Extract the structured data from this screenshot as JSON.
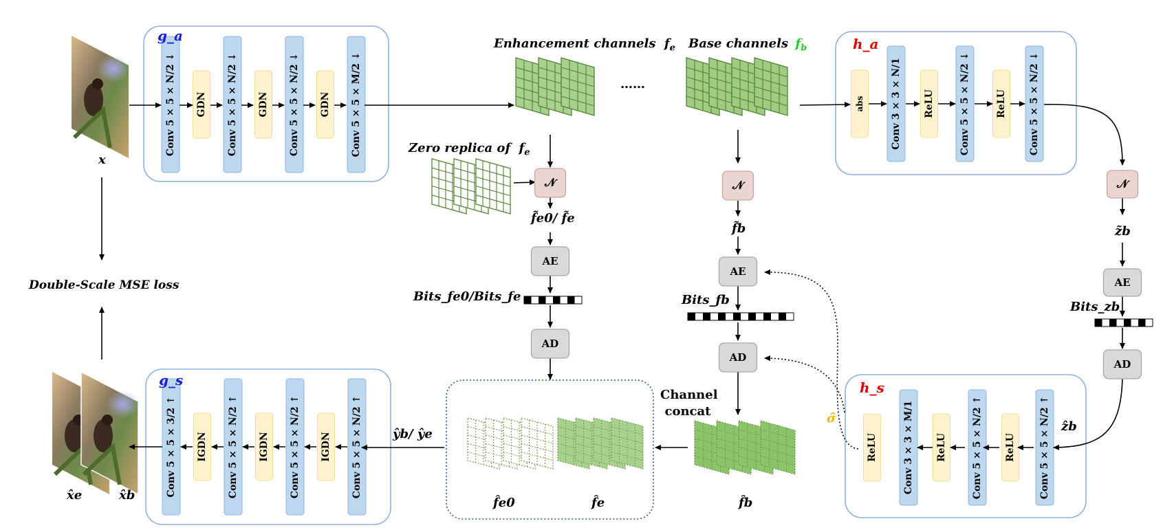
{
  "colors": {
    "conv_fill": "#bdd7ee",
    "conv_stroke": "#8fb4dc",
    "gdn_fill": "#fff2cc",
    "gdn_stroke": "#f2dc9b",
    "n_fill": "#ebd5d1",
    "n_stroke": "#c9a49c",
    "box_fill": "#d9d9d9",
    "box_stroke": "#a6a6a6",
    "module_stroke": "#8fb0dd",
    "grid_fill": "#a9d18e",
    "grid_stroke": "#548235",
    "title_blue": "#1f1fcf",
    "title_red": "#e00000",
    "base_green": "#22cc22",
    "sigma_gold": "#e6b800"
  },
  "modules": {
    "ga": "g_a",
    "ha": "h_a",
    "gs": "g_s",
    "hs": "h_s"
  },
  "ga_layers": [
    "Conv 5 × 5 × N/2 ↓",
    "GDN",
    "Conv 5 × 5 × N/2 ↓",
    "GDN",
    "Conv 5 × 5 × N/2 ↓",
    "GDN",
    "Conv 5 × 5 × M/2 ↓"
  ],
  "ha_layers": [
    "abs",
    "Conv 3 × 3 × N/1",
    "ReLU",
    "Conv 5 × 5 × N/2 ↓",
    "ReLU",
    "Conv 5 × 5 × N/2 ↓"
  ],
  "gs_layers": [
    "Conv 5 × 5 × 3/2 ↑",
    "IGDN",
    "Conv 5 × 5 × N/2 ↑",
    "IGDN",
    "Conv 5 × 5 × N/2 ↑",
    "IGDN",
    "Conv 5 × 5 × N/2 ↑"
  ],
  "hs_layers": [
    "ReLU",
    "Conv 3 × 3 × M/1",
    "ReLU",
    "Conv 5 × 5 × N/2 ↑",
    "ReLU",
    "Conv 5 × 5 × N/2 ↑"
  ],
  "labels": {
    "x": "x",
    "loss": "Double-Scale MSE loss",
    "enh_channels": "Enhancement channels",
    "enh_symbol": "f",
    "enh_sub": "e",
    "base_channels": "Base channels",
    "base_symbol": "f",
    "base_sub": "b",
    "dots": "……",
    "zero_replica": "Zero replica  of",
    "fe0_fe": "f̃e0/ f̃e",
    "fb_tilde": "f̃b",
    "zb_tilde": "z̃b",
    "bits_fe0_fe": "Bits_fe0/Bits_fe",
    "bits_fb": "Bits_fb",
    "bits_zb": "Bits_zb",
    "channel_concat": "Channel concat",
    "yb_ye": "ŷb/ ŷe",
    "zb_hat": "ẑb",
    "sigma": "σ̂",
    "fe0_hat": "f̂e0",
    "fe_hat": "f̂e",
    "fb_hat": "f̂b",
    "xe_hat": "x̂e",
    "xb_hat": "x̂b"
  },
  "nodes": {
    "N": "𝒩",
    "AE": "AE",
    "AD": "AD"
  }
}
